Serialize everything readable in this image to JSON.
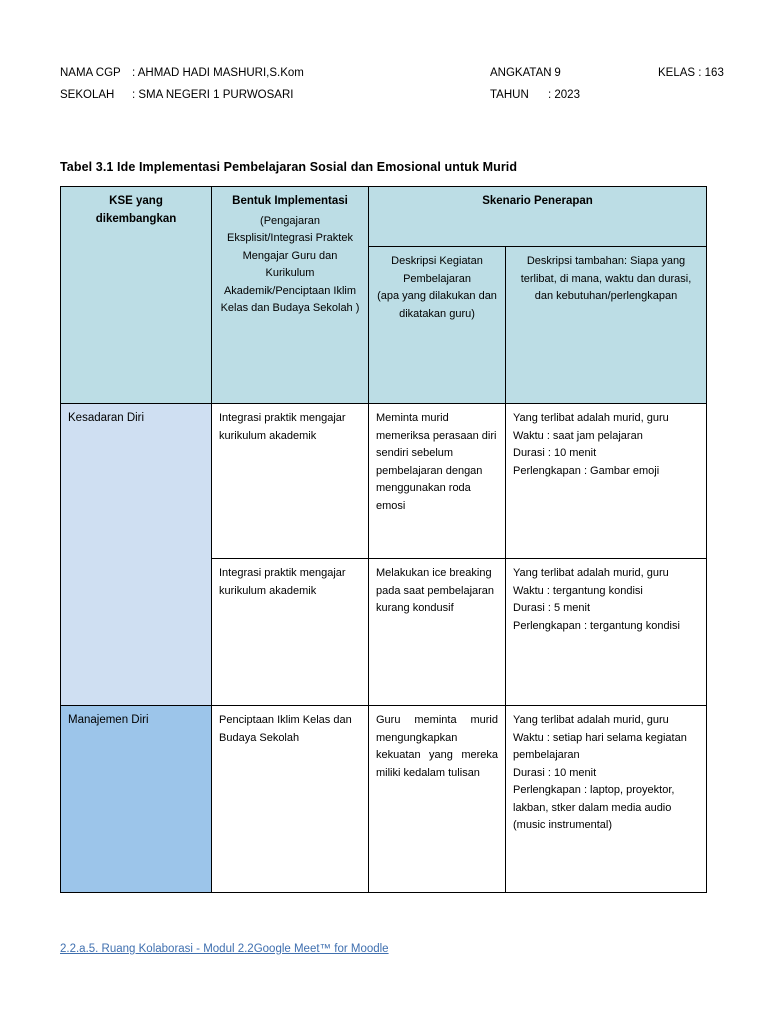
{
  "identity": {
    "name_label": "NAMA CGP",
    "name_value": ": AHMAD HADI MASHURI,S.Kom",
    "school_label": "SEKOLAH",
    "school_value": ": SMA NEGERI 1 PURWOSARI",
    "batch_label": "ANGKATAN",
    "batch_value": ": 9",
    "class_label": "KELAS : 163",
    "year_label": "TAHUN",
    "year_value": ": 2023"
  },
  "table": {
    "caption": "Tabel 3.1  Ide Implementasi Pembelajaran  Sosial dan Emosional untuk Murid",
    "headers": {
      "col1": "KSE  yang dikembangkan",
      "col2_title": "Bentuk Implementasi",
      "col2_sub": "(Pengajaran Eksplisit/Integrasi Praktek Mengajar Guru dan Kurikulum Akademik/Penciptaan Iklim Kelas dan Budaya Sekolah )",
      "group_title": "Skenario Penerapan",
      "col3": "Deskripsi Kegiatan Pembelajaran (apa yang dilakukan dan dikatakan guru)",
      "col3_line1": "Deskripsi Kegiatan",
      "col3_line2": "Pembelajaran",
      "col3_line3": "(apa yang dilakukan dan",
      "col3_line4": "dikatakan guru)",
      "col4": "Deskripsi tambahan: Siapa yang terlibat,  di mana, waktu dan durasi, dan kebutuhan/perlengkapan"
    },
    "rows": [
      {
        "kse": "Kesadaran Diri",
        "subrows": [
          {
            "implementasi": "Integrasi praktik mengajar kurikulum akademik",
            "deskripsi": "Meminta murid memeriksa perasaan diri sendiri sebelum pembelajaran dengan menggunakan roda emosi",
            "tambahan_lines": [
              "Yang terlibat adalah murid, guru",
              "Waktu : saat jam pelajaran",
              "Durasi : 10 menit",
              "Perlengkapan : Gambar emoji"
            ]
          },
          {
            "implementasi": "Integrasi praktik mengajar kurikulum akademik",
            "deskripsi": "Melakukan ice breaking pada saat pembelajaran kurang kondusif",
            "tambahan_lines": [
              "Yang terlibat adalah murid, guru",
              "Waktu : tergantung kondisi",
              "Durasi : 5 menit",
              "Perlengkapan :  tergantung kondisi"
            ]
          }
        ]
      },
      {
        "kse": "Manajemen Diri",
        "subrows": [
          {
            "implementasi": "Penciptaan Iklim Kelas dan Budaya Sekolah",
            "deskripsi": "Guru meminta murid mengungkapkan kekuatan yang mereka miliki kedalam tulisan",
            "tambahan_lines": [
              "Yang terlibat adalah murid, guru",
              "Waktu : setiap hari selama kegiatan pembelajaran",
              "Durasi : 10 menit",
              "Perlengkapan : laptop, proyektor, lakban, stker dalam media audio (music instrumental)"
            ]
          }
        ]
      }
    ]
  },
  "footer": {
    "link_text": "2.2.a.5. Ruang Kolaborasi - Modul 2.2Google Meet™ for Moodle",
    "link_color": "#3f6faf"
  }
}
